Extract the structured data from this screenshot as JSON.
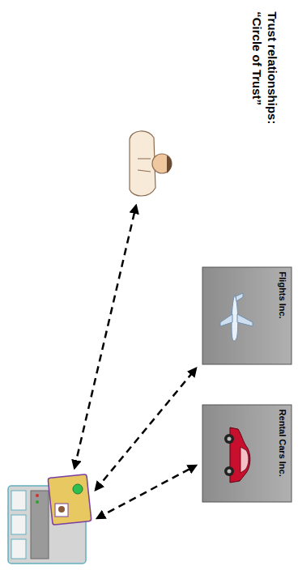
{
  "diagram": {
    "title": "Trust relationships: “Circle of Trust”",
    "nodes": [
      {
        "text": [
          "Flights Inc."
        ]
      },
      {
        "text": [
          "Rental Cars Inc."
        ]
      }
    ]
  }
}
